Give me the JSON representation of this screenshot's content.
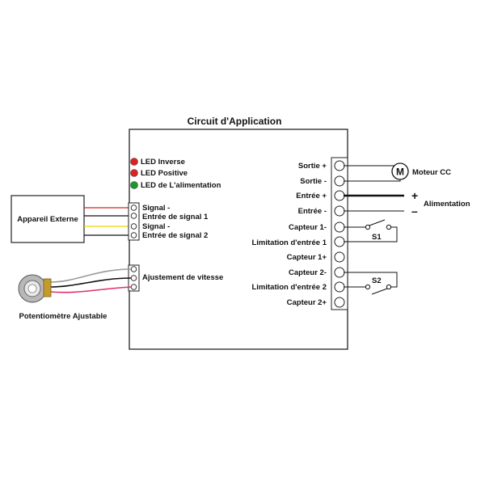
{
  "title": "Circuit d'Application",
  "leds": [
    {
      "label": "LED Inverse",
      "color": "#e02020"
    },
    {
      "label": "LED Positive",
      "color": "#e02020"
    },
    {
      "label": "LED de L'alimentation",
      "color": "#1a9a2a"
    }
  ],
  "input_terminals": [
    "Signal -",
    "Entrée de signal 1",
    "Signal -",
    "Entrée de signal 2"
  ],
  "speed_label": "Ajustement de vitesse",
  "external_device": "Appareil Externe",
  "potentiometer": "Potentiomètre Ajustable",
  "right_terminals": [
    "Sortie +",
    "Sortie -",
    "Entrée +",
    "Entrée -",
    "Capteur 1-",
    "Limitation d'entrée 1",
    "Capteur 1+",
    "Capteur 2-",
    "Limitation d'entrée 2",
    "Capteur 2+"
  ],
  "motor": {
    "symbol": "M",
    "label": "Moteur CC"
  },
  "power": {
    "plus": "+",
    "minus": "–",
    "label": "Alimentation"
  },
  "switches": [
    "S1",
    "S2"
  ],
  "colors": {
    "red_wire": "#e02020",
    "yellow_wire": "#e8d800",
    "gray_wire": "#999999",
    "pink_wire": "#e0306a"
  }
}
